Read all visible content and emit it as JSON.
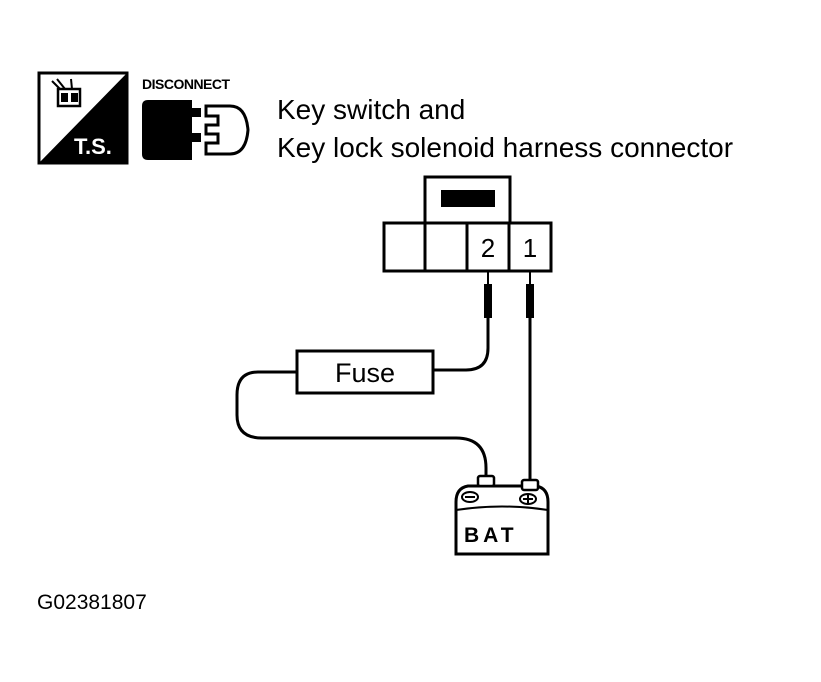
{
  "icons": {
    "ts_icon_label": "T.S.",
    "disconnect_label": "DISCONNECT"
  },
  "title": {
    "line1": "Key switch and",
    "line2": "Key lock solenoid harness connector"
  },
  "connector": {
    "pin2_label": "2",
    "pin1_label": "1"
  },
  "fuse": {
    "label": "Fuse"
  },
  "battery": {
    "label": "BAT"
  },
  "figure_code": "G02381807"
}
